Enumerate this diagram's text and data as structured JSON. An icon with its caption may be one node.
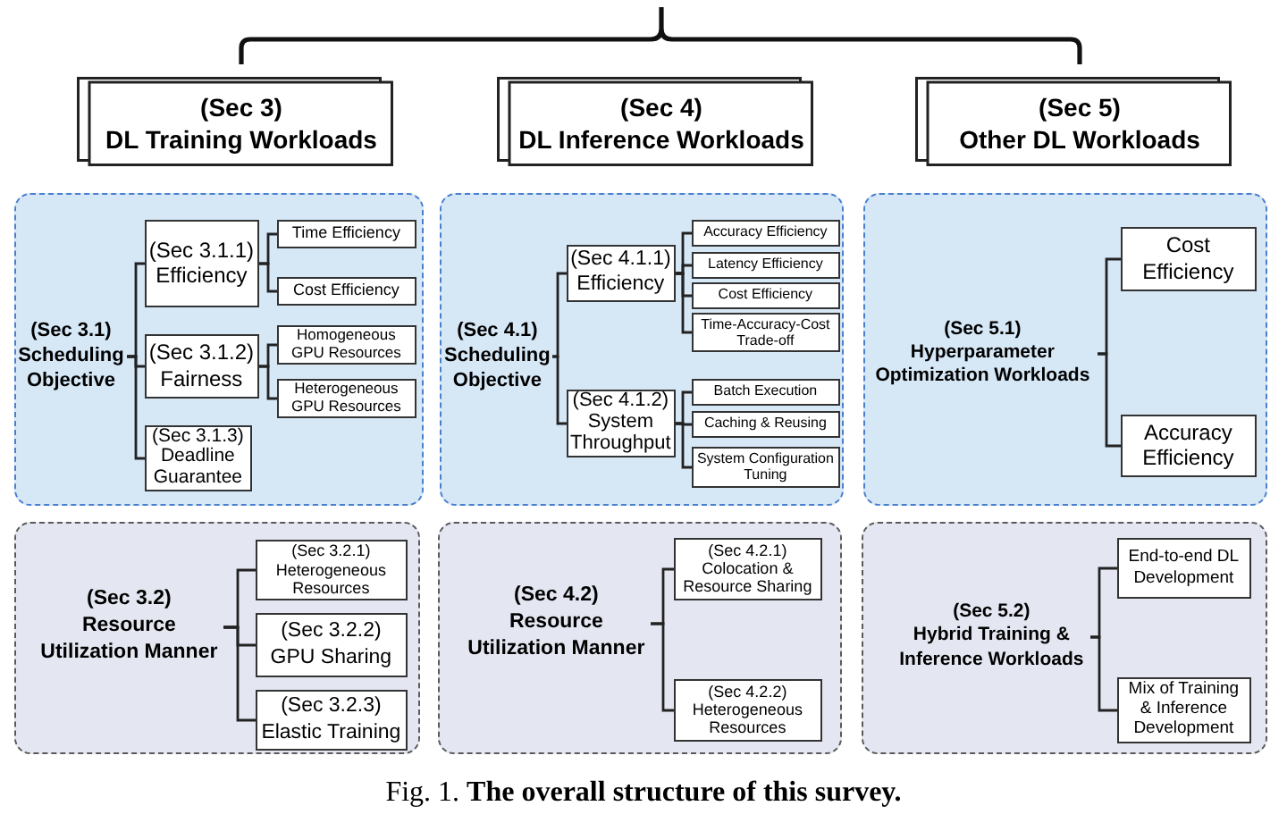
{
  "diagram": {
    "caption": "Fig. 1. **The overall structure of this survey.**",
    "nodes": [
      {
        "text": [
          "(Sec 3)",
          "DL Training Workloads"
        ]
      },
      {
        "text": [
          "(Sec 4)",
          "DL Inference Workloads"
        ]
      },
      {
        "text": [
          "(Sec 5)",
          "Other DL Workloads"
        ]
      },
      {
        "text": [],
        "shape": "box"
      },
      {
        "text": [
          "(Sec 3.1)",
          "Scheduling Objective"
        ],
        "in": 3
      },
      {
        "text": [
          "(Sec 3.1.1)",
          "Efficiency"
        ],
        "in": 3
      },
      {
        "text": [
          "Time Efficiency"
        ],
        "in": 3
      },
      {
        "text": [
          "Cost Efficiency"
        ],
        "in": 3
      },
      {
        "text": [
          "(Sec 3.1.2)",
          "Fairness"
        ],
        "in": 3
      },
      {
        "text": [
          "Homogeneous GPU Resources"
        ],
        "in": 3
      },
      {
        "text": [
          "Heterogeneous GPU Resources"
        ],
        "in": 3
      },
      {
        "text": [
          "(Sec 3.1.3)",
          "Deadline Guarantee"
        ],
        "in": 3
      },
      {
        "text": [],
        "shape": "box"
      },
      {
        "text": [
          "(Sec 4.1)",
          "Scheduling Objective"
        ],
        "in": 12
      },
      {
        "text": [
          "(Sec 4.1.1)",
          "Efficiency"
        ],
        "in": 12
      },
      {
        "text": [
          "Accuracy Efficiency"
        ],
        "in": 12
      },
      {
        "text": [
          "Latency Efficiency"
        ],
        "in": 12
      },
      {
        "text": [
          "Cost Efficiency"
        ],
        "in": 12
      },
      {
        "text": [
          "Time-Accuracy-Cost Trade-off"
        ],
        "in": 12
      },
      {
        "text": [
          "(Sec 4.1.2)",
          "System Throughput"
        ],
        "in": 12
      },
      {
        "text": [
          "Batch Execution"
        ],
        "in": 12
      },
      {
        "text": [
          "Caching & Reusing"
        ],
        "in": 12
      },
      {
        "text": [
          "System Configuration Tuning"
        ],
        "in": 12
      },
      {
        "text": [],
        "shape": "box"
      },
      {
        "text": [
          "(Sec 5.1)",
          "Hyperparameter Optimization Workloads"
        ],
        "in": 23
      },
      {
        "text": [
          "Cost Efficiency"
        ],
        "in": 23
      },
      {
        "text": [
          "Accuracy Efficiency"
        ],
        "in": 23
      },
      {
        "text": [],
        "shape": "box"
      },
      {
        "text": [
          "(Sec 3.2)",
          "Resource Utilization Manner"
        ],
        "in": 27
      },
      {
        "text": [
          "(Sec 3.2.1)",
          "Heterogeneous Resources"
        ],
        "in": 27
      },
      {
        "text": [
          "(Sec 3.2.2)",
          "GPU Sharing"
        ],
        "in": 27
      },
      {
        "text": [
          "(Sec 3.2.3)",
          "Elastic Training"
        ],
        "in": 27
      },
      {
        "text": [],
        "shape": "box"
      },
      {
        "text": [
          "(Sec 4.2)",
          "Resource Utilization Manner"
        ],
        "in": 32
      },
      {
        "text": [
          "(Sec 4.2.1)",
          "Colocation & Resource Sharing"
        ],
        "in": 32
      },
      {
        "text": [
          "(Sec 4.2.2)",
          "Heterogeneous Resources"
        ],
        "in": 32
      },
      {
        "text": [],
        "shape": "box"
      },
      {
        "text": [
          "(Sec 5.2)",
          "Hybrid Training & Inference Workloads"
        ],
        "in": 36
      },
      {
        "text": [
          "End-to-end DL Development"
        ],
        "in": 36
      },
      {
        "text": [
          "Mix of Training & Inference Development"
        ],
        "in": 36
      }
    ],
    "edges": [
      {
        "from": 4,
        "to": 5,
        "arrow": "none"
      },
      {
        "from": 4,
        "to": 8,
        "arrow": "none"
      },
      {
        "from": 4,
        "to": 11,
        "arrow": "none"
      },
      {
        "from": 5,
        "to": 6,
        "arrow": "none"
      },
      {
        "from": 5,
        "to": 7,
        "arrow": "none"
      },
      {
        "from": 8,
        "to": 9,
        "arrow": "none"
      },
      {
        "from": 8,
        "to": 10,
        "arrow": "none"
      },
      {
        "from": 13,
        "to": 14,
        "arrow": "none"
      },
      {
        "from": 13,
        "to": 19,
        "arrow": "none"
      },
      {
        "from": 14,
        "to": 15,
        "arrow": "none"
      },
      {
        "from": 14,
        "to": 16,
        "arrow": "none"
      },
      {
        "from": 14,
        "to": 17,
        "arrow": "none"
      },
      {
        "from": 14,
        "to": 18,
        "arrow": "none"
      },
      {
        "from": 19,
        "to": 20,
        "arrow": "none"
      },
      {
        "from": 19,
        "to": 21,
        "arrow": "none"
      },
      {
        "from": 19,
        "to": 22,
        "arrow": "none"
      },
      {
        "from": 24,
        "to": 25,
        "arrow": "none"
      },
      {
        "from": 24,
        "to": 26,
        "arrow": "none"
      },
      {
        "from": 28,
        "to": 29,
        "arrow": "none"
      },
      {
        "from": 28,
        "to": 30,
        "arrow": "none"
      },
      {
        "from": 28,
        "to": 31,
        "arrow": "none"
      },
      {
        "from": 33,
        "to": 34,
        "arrow": "none"
      },
      {
        "from": 33,
        "to": 35,
        "arrow": "none"
      },
      {
        "from": 37,
        "to": 38,
        "arrow": "none"
      },
      {
        "from": 37,
        "to": 39,
        "arrow": "none"
      }
    ]
  }
}
